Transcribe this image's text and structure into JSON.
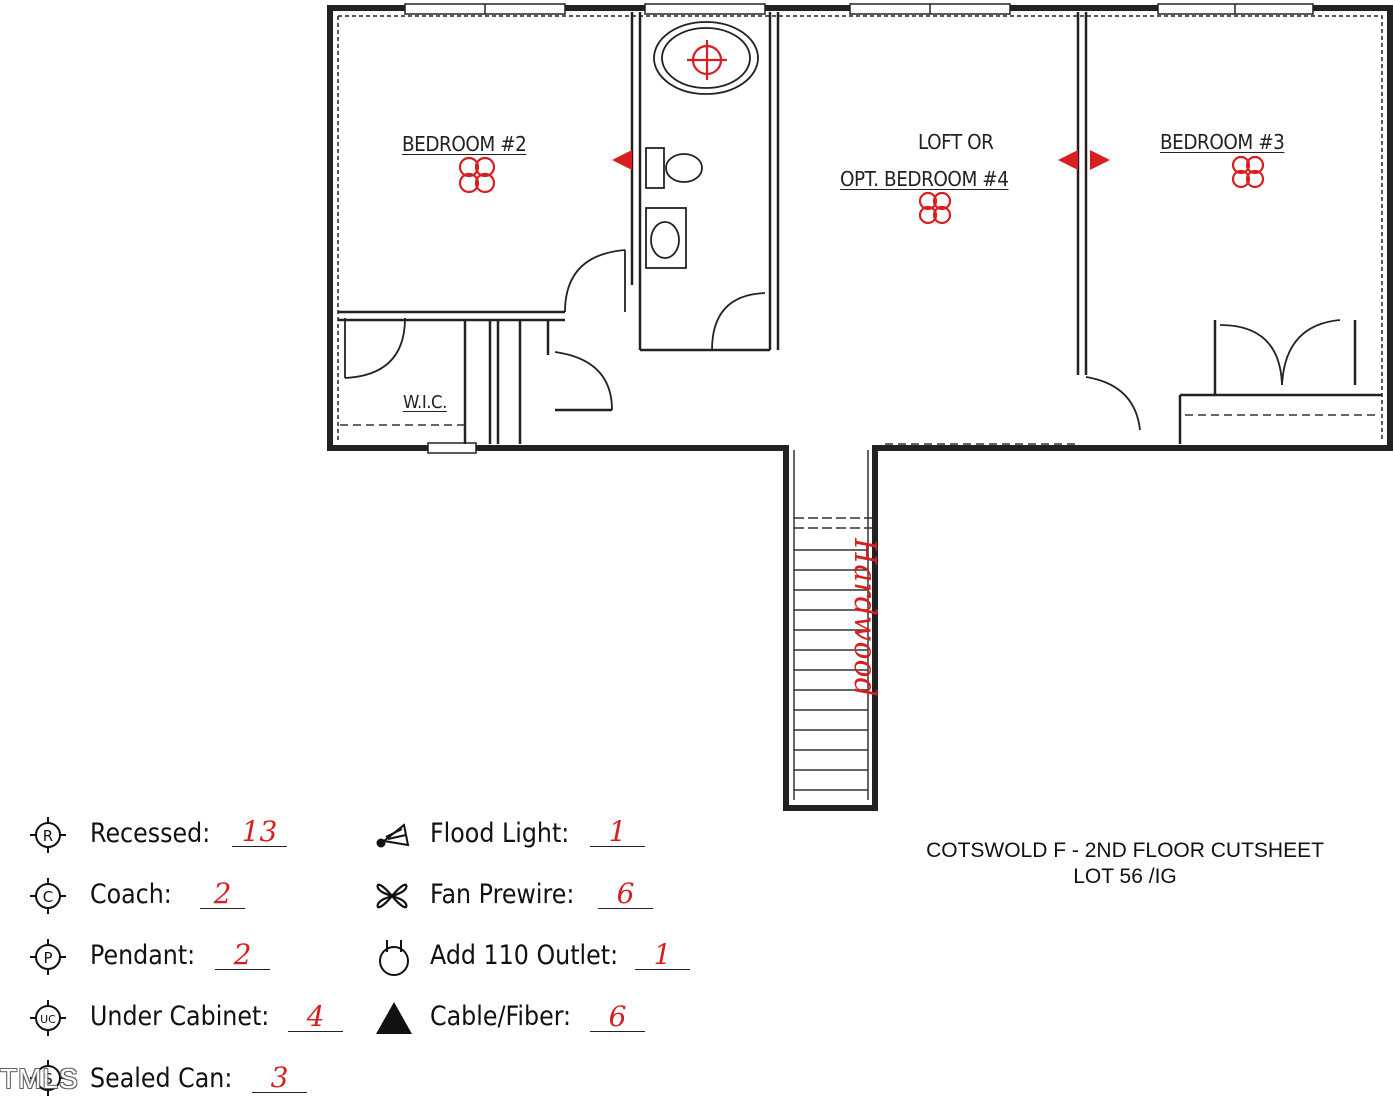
{
  "plan": {
    "rooms": [
      {
        "id": "bedroom2",
        "label": "BEDROOM #2"
      },
      {
        "id": "loft1",
        "label": "LOFT OR"
      },
      {
        "id": "loft2",
        "label": "OPT. BEDROOM #4"
      },
      {
        "id": "bedroom3",
        "label": "BEDROOM #3"
      },
      {
        "id": "wic",
        "label": "W.I.C."
      }
    ],
    "stair_note": "Hardwood",
    "markup_color": "#d81e1e"
  },
  "legend": [
    {
      "symbol": "R",
      "label": "Recessed:",
      "count": "13"
    },
    {
      "symbol": "C",
      "label": "Coach:",
      "count": "2"
    },
    {
      "symbol": "P",
      "label": "Pendant:",
      "count": "2"
    },
    {
      "symbol": "UC",
      "label": "Under Cabinet:",
      "count": "4"
    },
    {
      "symbol": "S",
      "label": "Sealed Can:",
      "count": "3"
    },
    {
      "symbol": "flood-light-icon",
      "label": "Flood Light:",
      "count": "1"
    },
    {
      "symbol": "fan-prewire-icon",
      "label": "Fan Prewire:",
      "count": "6"
    },
    {
      "symbol": "outlet-icon",
      "label": "Add 110 Outlet:",
      "count": "1"
    },
    {
      "symbol": "cable-fiber-icon",
      "label": "Cable/Fiber:",
      "count": "6"
    }
  ],
  "title": {
    "line1": "COTSWOLD F - 2ND FLOOR CUTSHEET",
    "line2": "LOT 56 /IG"
  },
  "watermark": "TMLS"
}
